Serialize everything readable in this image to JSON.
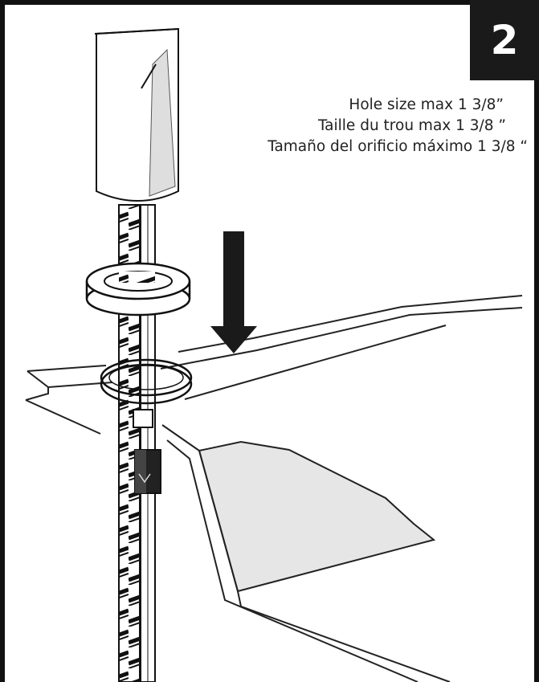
{
  "step_number": "2",
  "captions": {
    "english": "Hole size max 1 3/8”",
    "french": "Taille du trou max 1 3/8 ”",
    "spanish": "Tamaño del orificio máximo 1 3/8 “"
  },
  "colors": {
    "frame": "#111111",
    "badge_background": "#1a1a1a",
    "shadow_fill": "#e6e6e6",
    "arrow": "#1a1a1a"
  },
  "icons": [
    "down-arrow-icon"
  ]
}
